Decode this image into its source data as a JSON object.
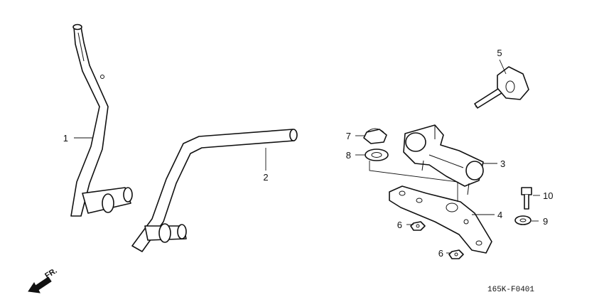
{
  "diagram": {
    "figure_code": "165K-F0401",
    "front_marker": "FR.",
    "callouts": [
      {
        "id": "c1",
        "label": "1"
      },
      {
        "id": "c2",
        "label": "2"
      },
      {
        "id": "c3",
        "label": "3"
      },
      {
        "id": "c4",
        "label": "4"
      },
      {
        "id": "c5",
        "label": "5"
      },
      {
        "id": "c6a",
        "label": "6"
      },
      {
        "id": "c6b",
        "label": "6"
      },
      {
        "id": "c7",
        "label": "7"
      },
      {
        "id": "c8",
        "label": "8"
      },
      {
        "id": "c9",
        "label": "9"
      },
      {
        "id": "c10",
        "label": "10"
      }
    ]
  }
}
